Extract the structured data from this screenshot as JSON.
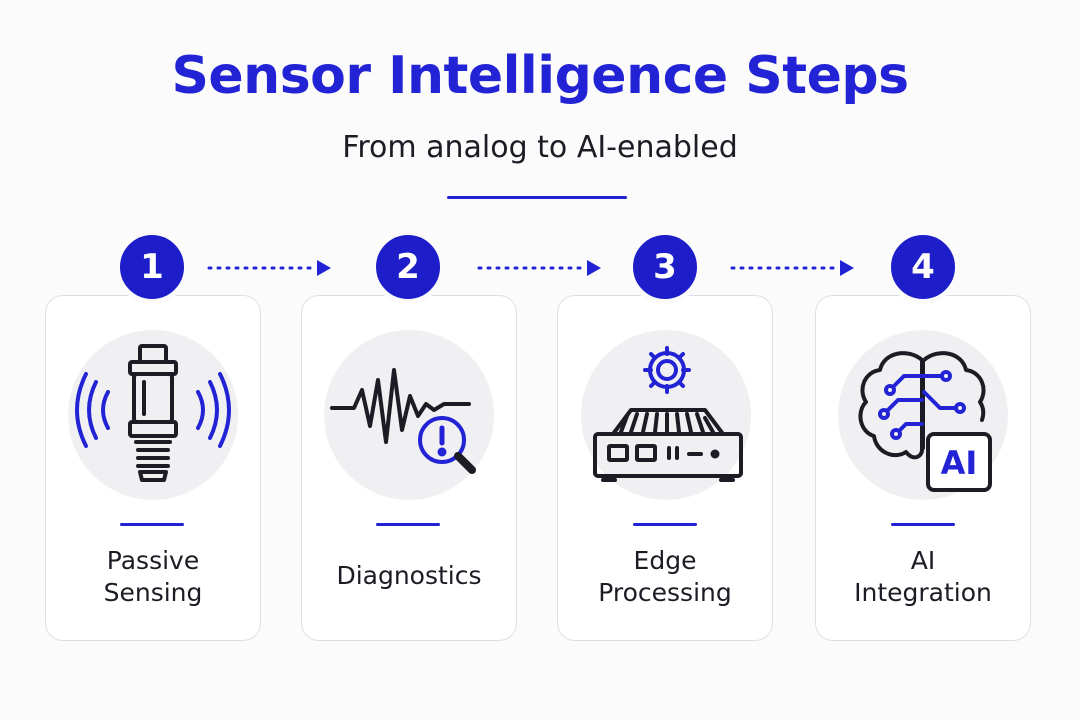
{
  "header": {
    "title": "Sensor Intelligence Steps",
    "subtitle": "From analog to AI-enabled"
  },
  "steps": [
    {
      "number": "1",
      "label_lines": [
        "Passive",
        "Sensing"
      ],
      "icon": "sensor-icon"
    },
    {
      "number": "2",
      "label_lines": [
        "Diagnostics"
      ],
      "icon": "waveform-diagnostic-icon"
    },
    {
      "number": "3",
      "label_lines": [
        "Edge",
        "Processing"
      ],
      "icon": "edge-device-icon"
    },
    {
      "number": "4",
      "label_lines": [
        "AI",
        "Integration"
      ],
      "icon": "ai-brain-icon",
      "icon_text": "AI"
    }
  ],
  "colors": {
    "accent": "#2323d6",
    "badge": "#1d1dc9",
    "text": "#1c1c24",
    "card_border": "#dedfe6",
    "icon_bg": "#f0f0f3"
  }
}
